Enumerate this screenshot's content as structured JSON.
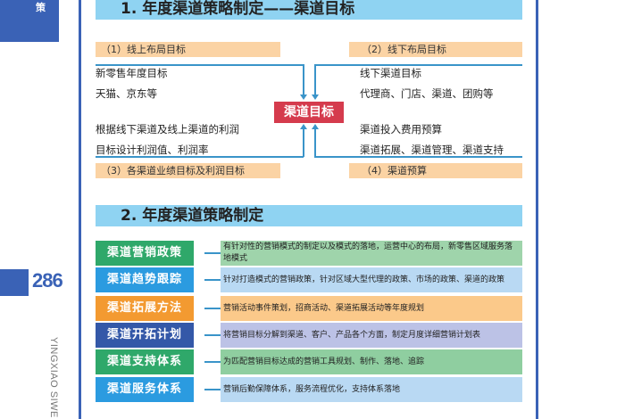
{
  "page": {
    "corner_glyph": "策",
    "page_number": "286",
    "vertical_text": "YINGXIAO SIWE"
  },
  "section1": {
    "title": "1. 年度渠道策略制定——渠道目标",
    "center_goal": "渠道目标",
    "quadrants": [
      {
        "heading": "（1）线上布局目标",
        "lines": [
          "新零售年度目标",
          "天猫、京东等"
        ]
      },
      {
        "heading": "（2）线下布局目标",
        "lines": [
          "线下渠道目标",
          "代理商、门店、渠道、团购等"
        ]
      },
      {
        "heading": "（3）各渠道业绩目标及利润目标",
        "lines": [
          "根据线下渠道及线上渠道的利润",
          "目标设计利润值、利润率"
        ]
      },
      {
        "heading": "（4）渠道预算",
        "lines": [
          "渠道投入费用预算",
          "渠道拓展、渠道管理、渠道支持"
        ]
      }
    ]
  },
  "section2": {
    "title": "2. 年度渠道策略制定",
    "rows": [
      {
        "label": "渠道营销政策",
        "label_color": "#2fa86a",
        "desc_color": "#9fd4ab",
        "desc": "有针对性的营销模式的制定以及模式的落地，运营中心的布局，新零售区域服务落地模式"
      },
      {
        "label": "渠道趋势跟踪",
        "label_color": "#2b9be0",
        "desc_color": "#b9d9f3",
        "desc": "针对打造模式的营销政策，针对区域大型代理的政策、市场的政策、渠道的政策"
      },
      {
        "label": "渠道拓展方法",
        "label_color": "#f39a31",
        "desc_color": "#fbc98a",
        "desc": "营销活动事件策划，招商活动、渠道拓展活动等年度规划"
      },
      {
        "label": "渠道开拓计划",
        "label_color": "#3458a8",
        "desc_color": "#bcc2e6",
        "desc": "将营销目标分解到渠道、客户、产品各个方面，制定月度详细营销计划表"
      },
      {
        "label": "渠道支持体系",
        "label_color": "#2fa86a",
        "desc_color": "#8fcea0",
        "desc": "为匹配营销目标达成的营销工具规划、制作、落地、追踪"
      },
      {
        "label": "渠道服务体系",
        "label_color": "#2b9be0",
        "desc_color": "#b9d9f3",
        "desc": "营销后勤保障体系，服务流程优化，支持体系落地"
      }
    ]
  }
}
